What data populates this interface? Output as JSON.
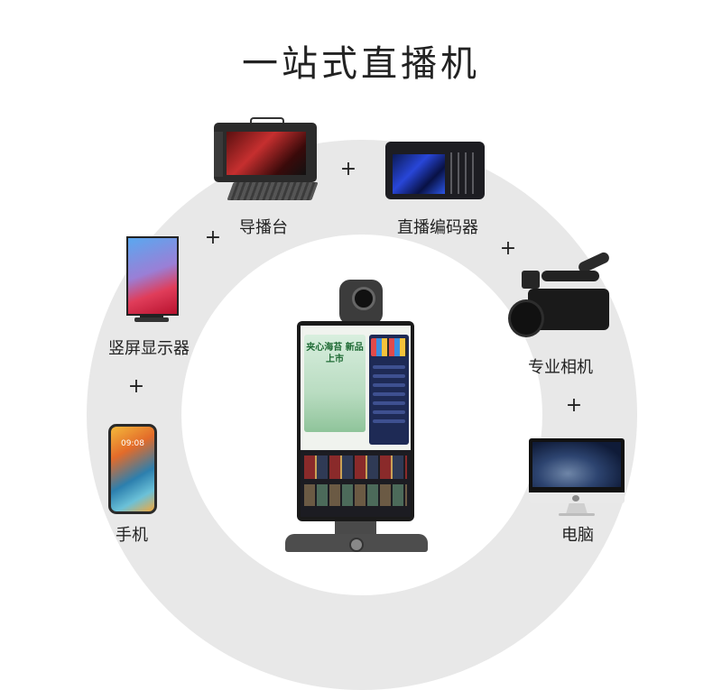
{
  "title": "一站式直播机",
  "devices": {
    "switcher": {
      "label": "导播台"
    },
    "encoder": {
      "label": "直播编码器"
    },
    "monitor": {
      "label": "竖屏显示器"
    },
    "phone": {
      "label": "手机",
      "screen_time": "09:08"
    },
    "camera": {
      "label": "专业相机"
    },
    "computer": {
      "label": "电脑"
    }
  },
  "plus_symbol": "+",
  "kiosk": {
    "banner_text": "夹心海苔 新品上市"
  },
  "colors": {
    "arc": "#e8e8e8",
    "text": "#222222"
  }
}
